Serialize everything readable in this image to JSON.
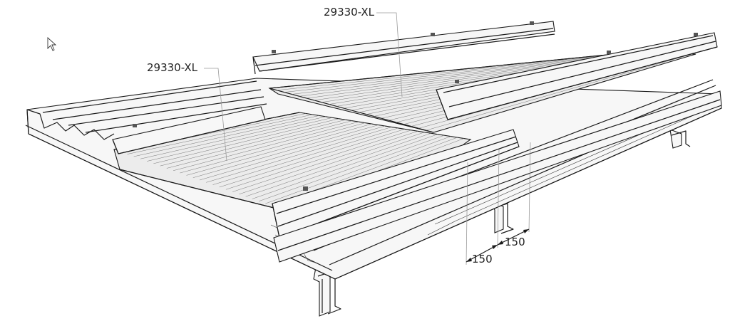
{
  "labels": {
    "part_upper": "29330-XL",
    "part_lower": "29330-XL",
    "dim_left": "150",
    "dim_right": "150"
  },
  "icons": {
    "cursor": "arrow-cursor-icon"
  },
  "colors": {
    "background": "#ffffff",
    "line": "#1a1a1a",
    "panel": "#ececec"
  }
}
